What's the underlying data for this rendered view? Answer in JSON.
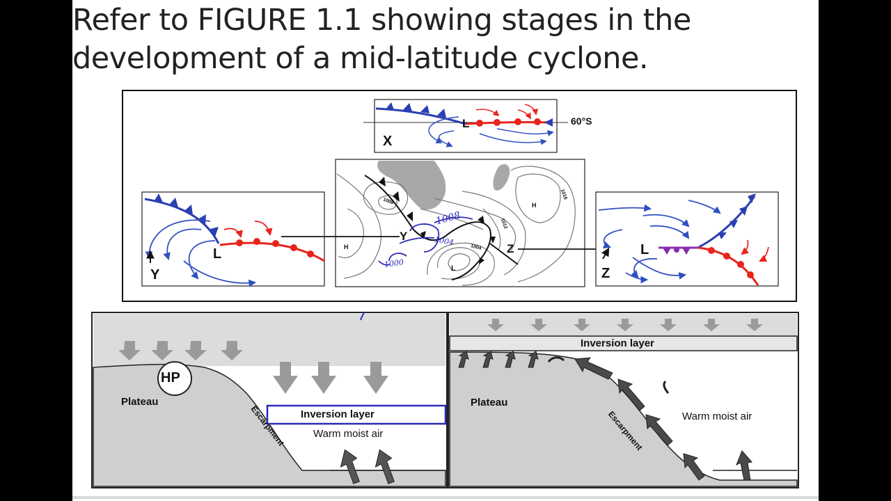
{
  "title": {
    "line1": "Refer to FIGURE 1.1 showing stages in the",
    "line2": "development of a mid-latitude cyclone."
  },
  "figure": {
    "latitude_label": "60°S",
    "stage_labels": {
      "x": "X",
      "y": "Y",
      "z": "Z",
      "low": "L",
      "high": "H"
    },
    "isobars": [
      "1008",
      "1012",
      "1004",
      "1008",
      "1016"
    ],
    "handwritten": [
      "1008",
      "1004",
      "1000"
    ]
  },
  "diagram_left": {
    "hp_label": "HP",
    "plateau_label": "Plateau",
    "escarpment_label": "Escarpment",
    "inversion_label": "Inversion layer",
    "warm_air_label": "Warm moist air"
  },
  "diagram_right": {
    "inversion_label": "Inversion layer",
    "plateau_label": "Plateau",
    "escarpment_label": "Escarpment",
    "warm_air_label": "Warm moist air"
  },
  "colors": {
    "cold_front": "#2a3fb0",
    "warm_front": "#e8241c",
    "occluded": "#8a2cb0",
    "hand_ink": "#2a2ab8"
  }
}
